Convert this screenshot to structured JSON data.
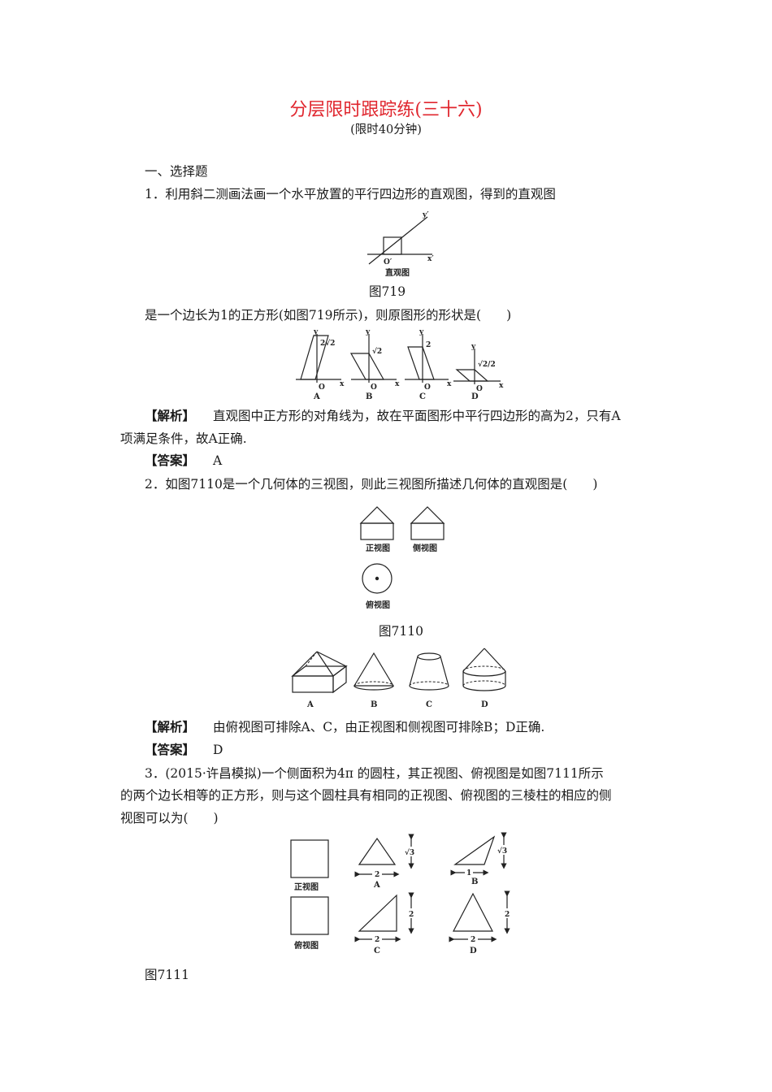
{
  "header": {
    "title": "分层限时跟踪练(三十六)",
    "subtitle": "(限时40分钟)"
  },
  "section": {
    "label": "一、选择题"
  },
  "q1": {
    "stem_1": "1．利用斜二测画法画一个水平放置的平行四边形的直观图，得到的直观图",
    "figure_caption": "直观图",
    "figure_axis_y": "y′",
    "figure_axis_x": "x′",
    "figure_origin": "O′",
    "figure_number": "图719",
    "stem_2": "是一个边长为1的正方形(如图719所示)，则原图形的形状是(　　)",
    "option_labels": [
      "A",
      "B",
      "C",
      "D"
    ],
    "option_values": [
      "2√2",
      "√2",
      "2",
      "√2/2"
    ],
    "axis_y": "y",
    "axis_x": "x",
    "origin": "O",
    "analysis_tag": "【解析】",
    "analysis_1": "直观图中正方形的对角线为，故在平面图形中平行四边形的高为2，只有A",
    "analysis_2": "项满足条件，故A正确.",
    "answer_tag": "【答案】",
    "answer": "A"
  },
  "q2": {
    "stem": "2．如图7110是一个几何体的三视图，则此三视图所描述几何体的直观图是(　　)",
    "view_labels": [
      "正视图",
      "侧视图",
      "俯视图"
    ],
    "figure_number": "图7110",
    "option_labels": [
      "A",
      "B",
      "C",
      "D"
    ],
    "analysis_tag": "【解析】",
    "analysis": "由俯视图可排除A、C，由正视图和侧视图可排除B；D正确.",
    "answer_tag": "【答案】",
    "answer": "D"
  },
  "q3": {
    "stem_1": "3．(2015·许昌模拟)一个侧面积为4π 的圆柱，其正视图、俯视图是如图7111所示",
    "stem_2": "的两个边长相等的正方形，则与这个圆柱具有相同的正视图、俯视图的三棱柱的相应的侧",
    "stem_3": "视图可以为(　　)",
    "view_labels": [
      "正视图",
      "俯视图"
    ],
    "option_labels": [
      "A",
      "B",
      "C",
      "D"
    ],
    "dims": {
      "A_w": "2",
      "A_h": "√3",
      "B_w": "1",
      "B_h": "√3",
      "C_w": "2",
      "C_h": "2",
      "D_w": "2",
      "D_h": "2"
    },
    "figure_number": "图7111"
  }
}
